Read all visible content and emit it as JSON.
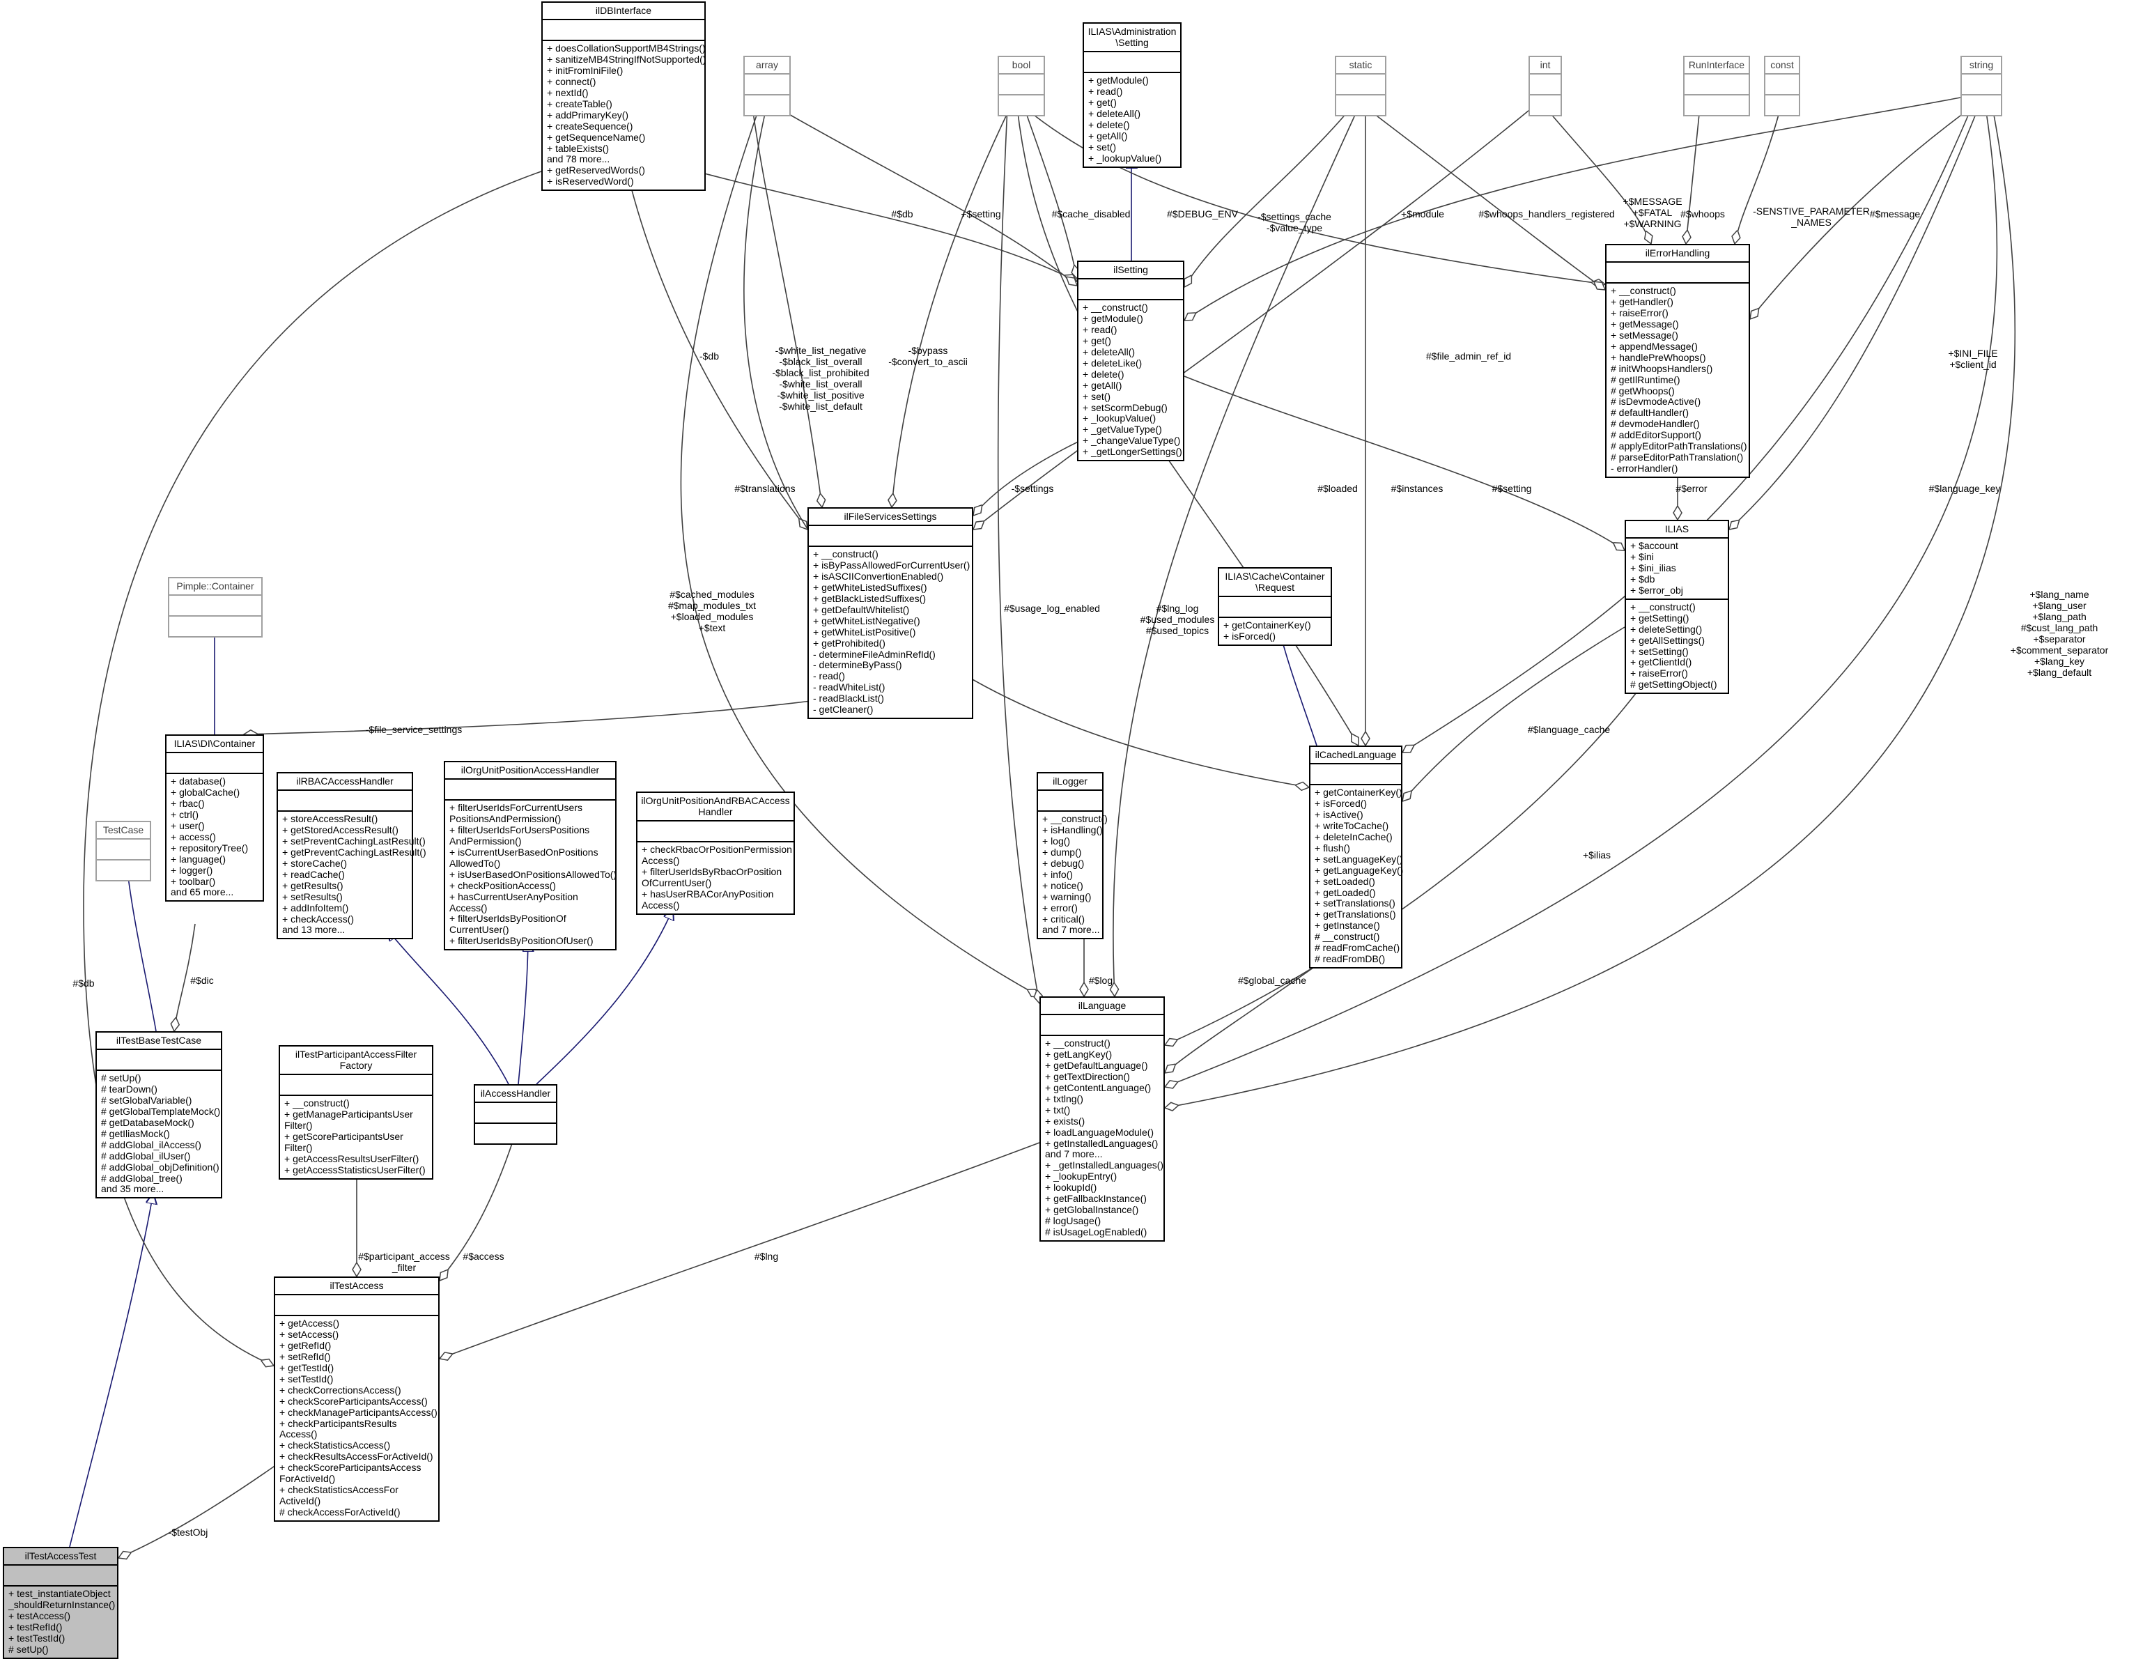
{
  "classes": {
    "ildbinterface": {
      "name": "ilDBInterface",
      "attrs": [],
      "ops": [
        "+ doesCollationSupportMB4Strings()",
        "+ sanitizeMB4StringIfNotSupported()",
        "+ initFromIniFile()",
        "+ connect()",
        "+ nextId()",
        "+ createTable()",
        "+ addPrimaryKey()",
        "+ createSequence()",
        "+ getSequenceName()",
        "+ tableExists()",
        "and 78 more...",
        "+ getReservedWords()",
        "+ isReservedWord()"
      ]
    },
    "array": {
      "name": "array",
      "attrs": [],
      "ops": []
    },
    "bool": {
      "name": "bool",
      "attrs": [],
      "ops": []
    },
    "admin_setting": {
      "name": "ILIAS\\Administration\n\\Setting",
      "attrs": [],
      "ops": [
        "+ getModule()",
        "+ read()",
        "+ get()",
        "+ deleteAll()",
        "+ delete()",
        "+ getAll()",
        "+ set()",
        "+ _lookupValue()"
      ]
    },
    "static": {
      "name": "static",
      "attrs": [],
      "ops": []
    },
    "int": {
      "name": "int",
      "attrs": [],
      "ops": []
    },
    "runinterface": {
      "name": "RunInterface",
      "attrs": [],
      "ops": []
    },
    "const": {
      "name": "const",
      "attrs": [],
      "ops": []
    },
    "string": {
      "name": "string",
      "attrs": [],
      "ops": []
    },
    "ilsetting": {
      "name": "ilSetting",
      "attrs": [],
      "ops": [
        "+ __construct()",
        "+ getModule()",
        "+ read()",
        "+ get()",
        "+ deleteAll()",
        "+ deleteLike()",
        "+ delete()",
        "+ getAll()",
        "+ set()",
        "+ setScormDebug()",
        "+ _lookupValue()",
        "+ _getValueType()",
        "+ _changeValueType()",
        "+ _getLongerSettings()"
      ]
    },
    "ilerrorhandling": {
      "name": "ilErrorHandling",
      "attrs": [],
      "ops": [
        "+ __construct()",
        "+ getHandler()",
        "+ raiseError()",
        "+ getMessage()",
        "+ setMessage()",
        "+ appendMessage()",
        "+ handlePreWhoops()",
        "# initWhoopsHandlers()",
        "# getIlRuntime()",
        "# getWhoops()",
        "# isDevmodeActive()",
        "# defaultHandler()",
        "# devmodeHandler()",
        "# addEditorSupport()",
        "# applyEditorPathTranslations()",
        "# parseEditorPathTranslation()",
        "- errorHandler()"
      ]
    },
    "ilfileservicessettings": {
      "name": "ilFileServicesSettings",
      "attrs": [],
      "ops": [
        "+ __construct()",
        "+ isByPassAllowedForCurrentUser()",
        "+ isASCIIConvertionEnabled()",
        "+ getWhiteListedSuffixes()",
        "+ getBlackListedSuffixes()",
        "+ getDefaultWhitelist()",
        "+ getWhiteListNegative()",
        "+ getWhiteListPositive()",
        "+ getProhibited()",
        "- determineFileAdminRefId()",
        "- determineByPass()",
        "- read()",
        "- readWhiteList()",
        "- readBlackList()",
        "- getCleaner()"
      ]
    },
    "ilias": {
      "name": "ILIAS",
      "attrs": [
        "+ $account",
        "+ $ini",
        "+ $ini_ilias",
        "+ $db",
        "+ $error_obj"
      ],
      "ops": [
        "+ __construct()",
        "+ getSetting()",
        "+ deleteSetting()",
        "+ getAllSettings()",
        "+ setSetting()",
        "+ getClientId()",
        "+ raiseError()",
        "# getSettingObject()"
      ]
    },
    "pimple": {
      "name": "Pimple::Container",
      "attrs": [],
      "ops": []
    },
    "cacherequest": {
      "name": "ILIAS\\Cache\\Container\n\\Request",
      "attrs": [],
      "ops": [
        "+ getContainerKey()",
        "+ isForced()"
      ]
    },
    "dicontainer": {
      "name": "ILIAS\\DI\\Container",
      "attrs": [],
      "ops": [
        "+ database()",
        "+ globalCache()",
        "+ rbac()",
        "+ ctrl()",
        "+ user()",
        "+ access()",
        "+ repositoryTree()",
        "+ language()",
        "+ logger()",
        "+ toolbar()",
        "and 65 more..."
      ]
    },
    "ilrbac": {
      "name": "ilRBACAccessHandler",
      "attrs": [],
      "ops": [
        "+ storeAccessResult()",
        "+ getStoredAccessResult()",
        "+ setPreventCachingLastResult()",
        "+ getPreventCachingLastResult()",
        "+ storeCache()",
        "+ readCache()",
        "+ getResults()",
        "+ setResults()",
        "+ addInfoItem()",
        "+ checkAccess()",
        "and 13 more..."
      ]
    },
    "ilorgunit": {
      "name": "ilOrgUnitPositionAccessHandler",
      "attrs": [],
      "ops": [
        "+ filterUserIdsForCurrentUsers",
        "PositionsAndPermission()",
        "+ filterUserIdsForUsersPositions",
        "AndPermission()",
        "+ isCurrentUserBasedOnPositions",
        "AllowedTo()",
        "+ isUserBasedOnPositionsAllowedTo()",
        "+ checkPositionAccess()",
        "+ hasCurrentUserAnyPosition",
        "Access()",
        "+ filterUserIdsByPositionOf",
        "CurrentUser()",
        "+ filterUserIdsByPositionOfUser()"
      ]
    },
    "ilorgunitrbac": {
      "name": "ilOrgUnitPositionAndRBACAccess\nHandler",
      "attrs": [],
      "ops": [
        "+ checkRbacOrPositionPermission",
        "Access()",
        "+ filterUserIdsByRbacOrPosition",
        "OfCurrentUser()",
        "+ hasUserRBACorAnyPosition",
        "Access()"
      ]
    },
    "illogger": {
      "name": "ilLogger",
      "attrs": [],
      "ops": [
        "+ __construct()",
        "+ isHandling()",
        "+ log()",
        "+ dump()",
        "+ debug()",
        "+ info()",
        "+ notice()",
        "+ warning()",
        "+ error()",
        "+ critical()",
        "and 7 more..."
      ]
    },
    "ilcachedlanguage": {
      "name": "ilCachedLanguage",
      "attrs": [],
      "ops": [
        "+ getContainerKey()",
        "+ isForced()",
        "+ isActive()",
        "+ writeToCache()",
        "+ deleteInCache()",
        "+ flush()",
        "+ setLanguageKey()",
        "+ getLanguageKey()",
        "+ setLoaded()",
        "+ getLoaded()",
        "+ setTranslations()",
        "+ getTranslations()",
        "+ getInstance()",
        "# __construct()",
        "# readFromCache()",
        "# readFromDB()"
      ]
    },
    "testcase": {
      "name": "TestCase",
      "attrs": [],
      "ops": []
    },
    "iltestbasetestcase": {
      "name": "ilTestBaseTestCase",
      "attrs": [],
      "ops": [
        "# setUp()",
        "# tearDown()",
        "# setGlobalVariable()",
        "# getGlobalTemplateMock()",
        "# getDatabaseMock()",
        "# getIliasMock()",
        "# addGlobal_ilAccess()",
        "# addGlobal_ilUser()",
        "# addGlobal_objDefinition()",
        "# addGlobal_tree()",
        "and 35 more..."
      ]
    },
    "iltestparticipant": {
      "name": "ilTestParticipantAccessFilter\nFactory",
      "attrs": [],
      "ops": [
        "+ __construct()",
        "+ getManageParticipantsUser",
        "Filter()",
        "+ getScoreParticipantsUser",
        "Filter()",
        "+ getAccessResultsUserFilter()",
        "+ getAccessStatisticsUserFilter()"
      ]
    },
    "ilaccesshandler": {
      "name": "ilAccessHandler",
      "attrs": [],
      "ops": []
    },
    "illanguage": {
      "name": "ilLanguage",
      "attrs": [],
      "ops": [
        "+ __construct()",
        "+ getLangKey()",
        "+ getDefaultLanguage()",
        "+ getTextDirection()",
        "+ getContentLanguage()",
        "+ txtlng()",
        "+ txt()",
        "+ exists()",
        "+ loadLanguageModule()",
        "+ getInstalledLanguages()",
        "and 7 more...",
        "+ _getInstalledLanguages()",
        "+ _lookupEntry()",
        "+ lookupId()",
        "+ getFallbackInstance()",
        "+ getGlobalInstance()",
        "# logUsage()",
        "# isUsageLogEnabled()"
      ]
    },
    "iltestaccess": {
      "name": "ilTestAccess",
      "attrs": [],
      "ops": [
        "+ getAccess()",
        "+ setAccess()",
        "+ getRefId()",
        "+ setRefId()",
        "+ getTestId()",
        "+ setTestId()",
        "+ checkCorrectionsAccess()",
        "+ checkScoreParticipantsAccess()",
        "+ checkManageParticipantsAccess()",
        "+ checkParticipantsResults",
        "Access()",
        "+ checkStatisticsAccess()",
        "+ checkResultsAccessForActiveId()",
        "+ checkScoreParticipantsAccess",
        "ForActiveId()",
        "+ checkStatisticsAccessFor",
        "ActiveId()",
        "# checkAccessForActiveId()"
      ]
    },
    "iltestaccesstest": {
      "name": "ilTestAccessTest",
      "attrs": [],
      "ops": [
        "+ test_instantiateObject",
        "_shouldReturnInstance()",
        "+ testAccess()",
        "+ testRefId()",
        "+ testTestId()",
        "# setUp()"
      ]
    }
  },
  "edge_labels": {
    "db_top": "#$db",
    "setting": "+$setting",
    "cache_disabled": "#$cache_disabled",
    "debug_env": "#$DEBUG_ENV",
    "settings_cache": "-$settings_cache\n-$value_type",
    "module": "+$module",
    "whoops_registered": "#$whoops_handlers_registered",
    "message_fatal": "+$MESSAGE\n+$FATAL\n+$WARNING",
    "whoops": "#$whoops",
    "sensitive": "-SENSTIVE_PARAMETER\n_NAMES",
    "message": "#$message",
    "white_list": "-$white_list_negative\n-$black_list_overall\n-$black_list_prohibited\n-$white_list_overall\n-$white_list_positive\n-$white_list_default",
    "bypass": "-$bypass\n-$convert_to_ascii",
    "db_fs": "-$db",
    "file_admin_ref_id": "#$file_admin_ref_id",
    "ini_file": "+$INI_FILE\n+$client_id",
    "settings_fs": "-$settings",
    "translations": "#$translations",
    "loaded": "#$loaded",
    "instances": "#$instances",
    "setting_ilias": "#$setting",
    "error": "#$error",
    "language_key": "#$language_key",
    "lang_name": "+$lang_name\n+$lang_user\n+$lang_path\n#$cust_lang_path\n+$separator\n+$comment_separator\n+$lang_key\n+$lang_default",
    "cached_modules": "#$cached_modules\n#$map_modules_txt\n+$loaded_modules\n+$text",
    "usage_log": "#$usage_log_enabled",
    "lng_log": "#$lng_log\n#$used_modules\n#$used_topics",
    "file_service_settings": "-$file_service_settings",
    "language_cache": "#$language_cache",
    "db_left": "#$db",
    "ilias": "+$ilias",
    "dic": "#$dic",
    "log": "#$log",
    "global_cache": "#$global_cache",
    "participant_access": "#$participant_access\n_filter",
    "access": "#$access",
    "lng": "#$lng",
    "testobj": "-$testObj"
  }
}
